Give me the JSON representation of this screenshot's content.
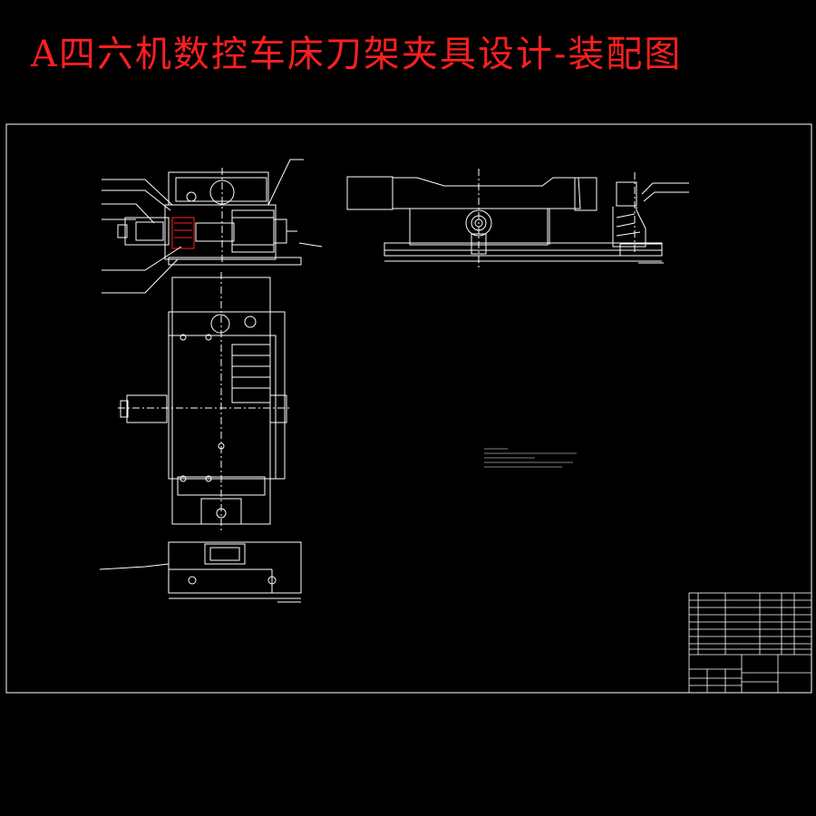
{
  "title": {
    "text": "A四六机数控车床刀架夹具设计-装配图",
    "color": "#ff1f1f"
  },
  "drawing": {
    "line_color": "#ffffff",
    "section_hatch_color": "#ff2020",
    "views": [
      "front-section-view",
      "top-view",
      "side-view",
      "right-detail-view",
      "bottom-detail-view"
    ]
  }
}
